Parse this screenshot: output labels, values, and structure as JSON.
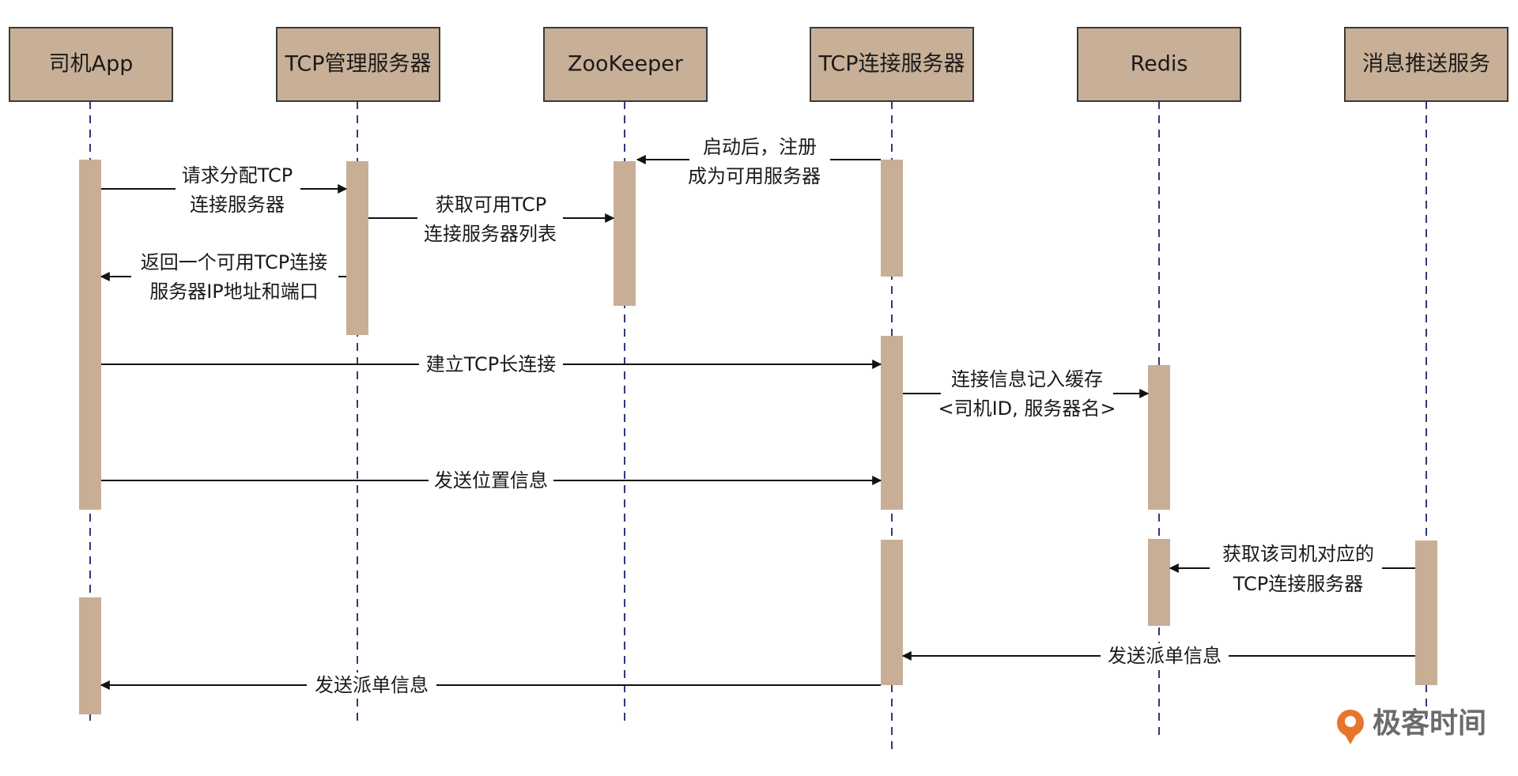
{
  "participants": [
    {
      "id": "driver_app",
      "label": "司机App"
    },
    {
      "id": "tcp_manager",
      "label": "TCP管理服务器"
    },
    {
      "id": "zookeeper",
      "label": "ZooKeeper"
    },
    {
      "id": "tcp_conn",
      "label": "TCP连接服务器"
    },
    {
      "id": "redis",
      "label": "Redis"
    },
    {
      "id": "push",
      "label": "消息推送服务"
    }
  ],
  "messages": [
    {
      "from": "tcp_conn",
      "to": "zookeeper",
      "lines": [
        "启动后，注册",
        "成为可用服务器"
      ]
    },
    {
      "from": "driver_app",
      "to": "tcp_manager",
      "lines": [
        "请求分配TCP",
        "连接服务器"
      ]
    },
    {
      "from": "tcp_manager",
      "to": "zookeeper",
      "lines": [
        "获取可用TCP",
        "连接服务器列表"
      ]
    },
    {
      "from": "tcp_manager",
      "to": "driver_app",
      "lines": [
        "返回一个可用TCP连接",
        "服务器IP地址和端口"
      ]
    },
    {
      "from": "driver_app",
      "to": "tcp_conn",
      "lines": [
        "建立TCP长连接"
      ]
    },
    {
      "from": "tcp_conn",
      "to": "redis",
      "lines": [
        "连接信息记入缓存",
        "<司机ID, 服务器名>"
      ]
    },
    {
      "from": "driver_app",
      "to": "tcp_conn",
      "lines": [
        "发送位置信息"
      ]
    },
    {
      "from": "push",
      "to": "redis",
      "lines": [
        "获取该司机对应的",
        "TCP连接服务器"
      ]
    },
    {
      "from": "push",
      "to": "tcp_conn",
      "lines": [
        "发送派单信息"
      ]
    },
    {
      "from": "tcp_conn",
      "to": "driver_app",
      "lines": [
        "发送派单信息"
      ]
    }
  ],
  "watermark": {
    "text": "极客时间",
    "color": "#e8752c"
  },
  "colors": {
    "box": "#c8af97",
    "activation": "#c9ae96",
    "lifeline": "#2f3a7a"
  }
}
